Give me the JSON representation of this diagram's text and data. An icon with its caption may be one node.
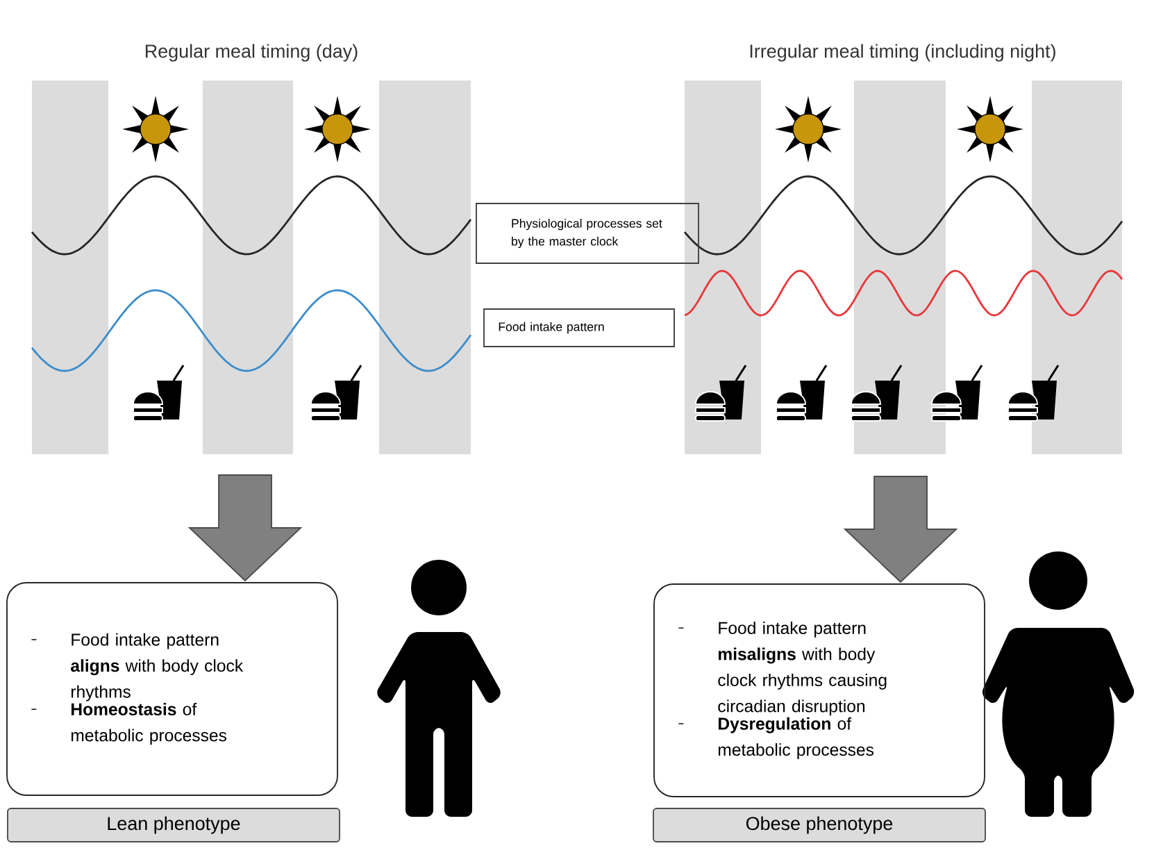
{
  "diagram": {
    "nodes": [
      {
        "text": [
          "Physiological processes set by the master clock"
        ]
      },
      {
        "text": [
          "Food intake pattern"
        ]
      },
      {
        "text": [
          "Food intake pattern **aligns** with body clock rhythms",
          "**Homeostasis** of metabolic processes"
        ]
      },
      {
        "text": [
          "Lean phenotype"
        ]
      },
      {
        "text": [
          "Food intake pattern **misaligns** with body clock rhythms causing circadian disruption",
          "**Dysregulation** of metabolic processes"
        ]
      },
      {
        "text": [
          "Obese phenotype"
        ]
      }
    ],
    "edges": [
      {
        "from": null,
        "to": 2,
        "arrow": "to",
        "style": "thick"
      },
      {
        "from": null,
        "to": 4,
        "arrow": "to",
        "style": "thick"
      }
    ],
    "labels": [
      "Regular meal timing (day)",
      "Irregular meal timing (including night)"
    ]
  }
}
